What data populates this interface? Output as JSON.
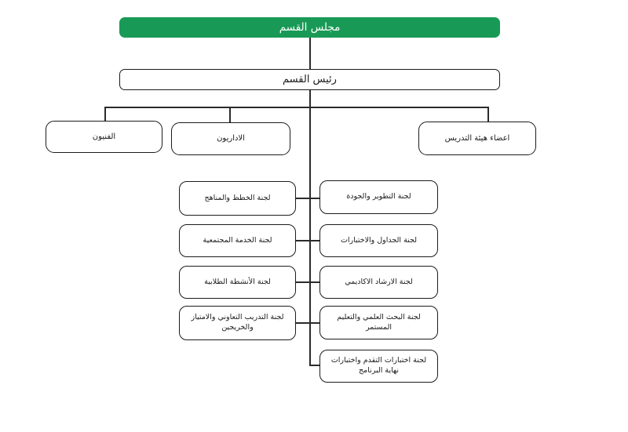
{
  "org_chart": {
    "root": "مجلس القسم",
    "head": "رئيس القسم",
    "groups": [
      "الفنيون",
      "الاداريون",
      "اعضاء هيئة التدريس"
    ],
    "left_committees": [
      "لجنة الخطط والمناهج",
      "لجنة الخدمة المجتمعية",
      "لجنة الأنشطة الطلابية",
      "لجنة التدريب التعاوني والامتياز والخريجين"
    ],
    "right_committees": [
      "لجنة التطوير والجودة",
      "لجنة الجداول والاختبارات",
      "لجنة الارشاد الاكاديمي",
      "لجنة البحث العلمي والتعليم المستمر",
      "لجنة اختبارات التقدم واختبارات نهاية البرنامج"
    ]
  },
  "colors": {
    "root_fill": "#189a56",
    "root_text": "#ffffff",
    "line": "#2b2b2b",
    "box_border": "#1b1b1b",
    "background": "#ffffff"
  }
}
